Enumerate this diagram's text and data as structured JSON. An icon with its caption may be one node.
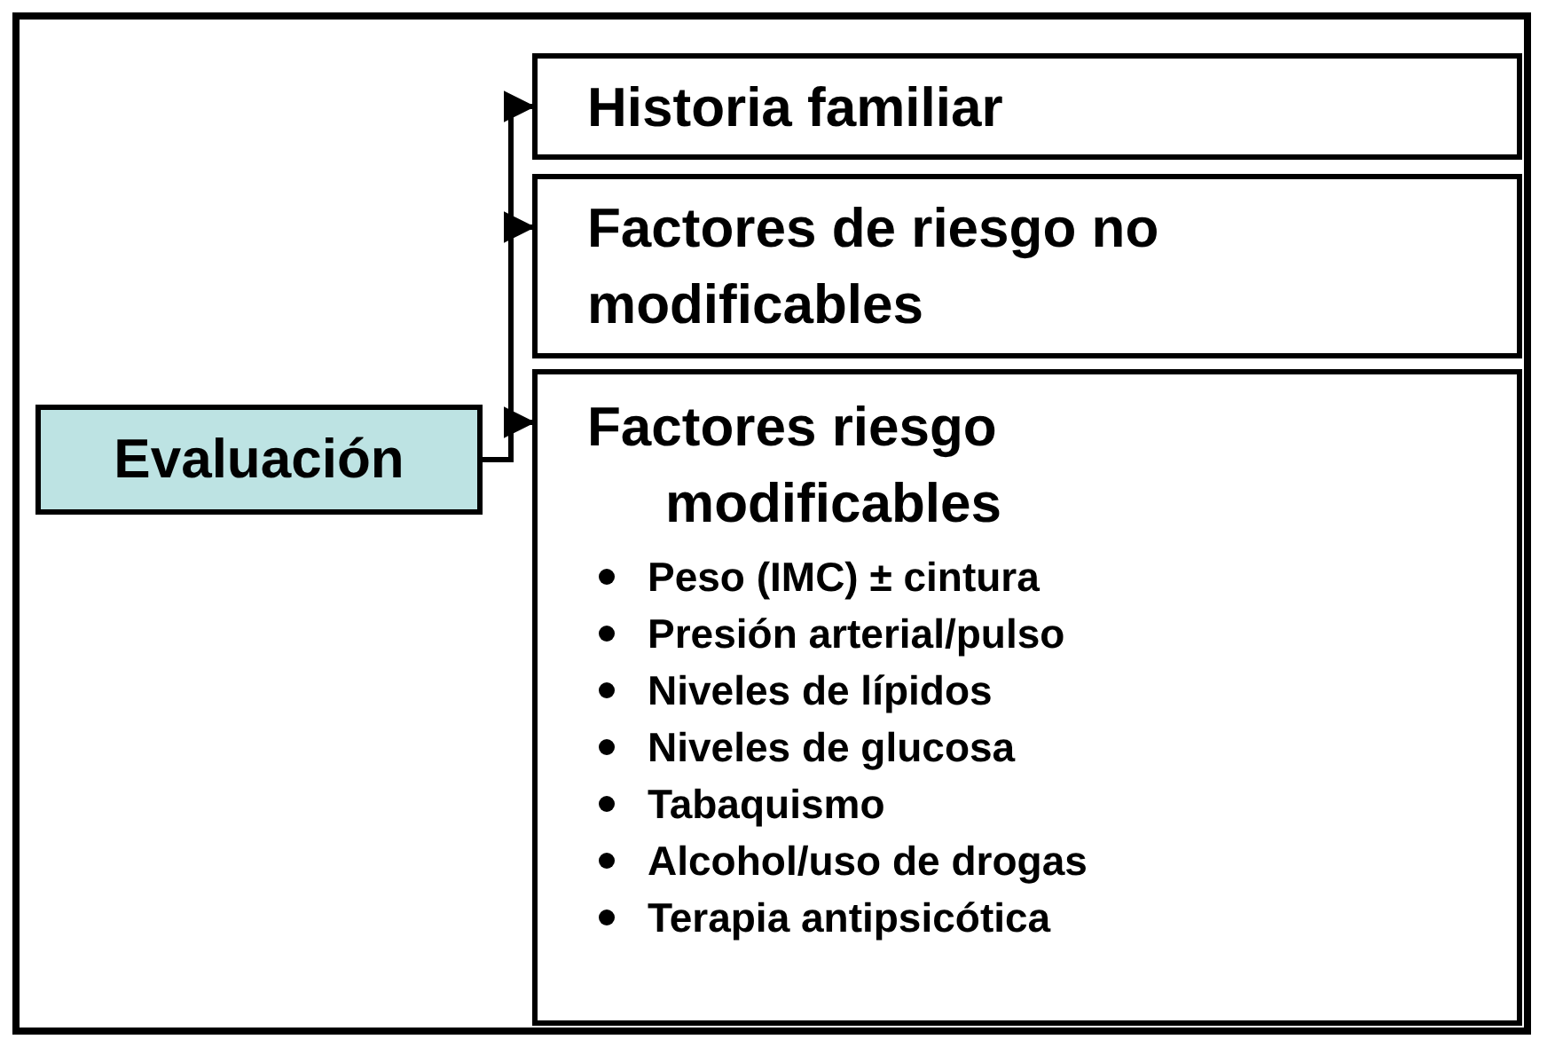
{
  "diagram": {
    "nodes": [
      {
        "text": [
          "Evaluación"
        ]
      },
      {
        "text": [
          "Historia familiar"
        ]
      },
      {
        "text": [
          "Factores de riesgo no modificables"
        ]
      },
      {
        "text": [
          "Factores riesgo modificables",
          "Peso (IMC) ± cintura",
          "Presión arterial/pulso",
          "Niveles de lípidos",
          "Niveles de glucosa",
          "Tabaquismo",
          "Alcohol/uso de drogas",
          "Terapia antipsicótica"
        ]
      }
    ],
    "edges": [
      {
        "from": 0,
        "to": 1,
        "arrow": "to"
      },
      {
        "from": 0,
        "to": 2,
        "arrow": "to"
      },
      {
        "from": 0,
        "to": 3,
        "arrow": "to"
      }
    ]
  }
}
